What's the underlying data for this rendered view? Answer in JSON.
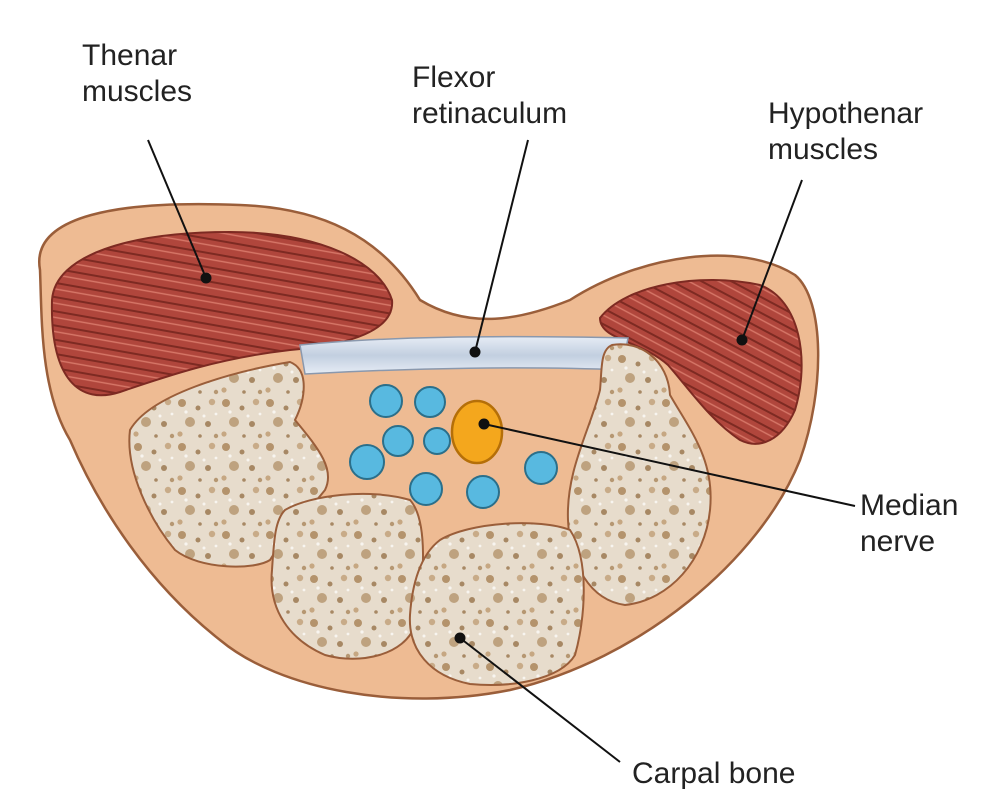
{
  "labels": {
    "thenar": [
      "Thenar",
      "muscles"
    ],
    "flexor": [
      "Flexor",
      "retinaculum"
    ],
    "hypothenar": [
      "Hypothenar",
      "muscles"
    ],
    "median": [
      "Median",
      "nerve"
    ],
    "carpal": [
      "Carpal bone"
    ]
  },
  "colors": {
    "tissue": "#eebb93",
    "tissue_outline": "#9a5e3a",
    "muscle": "#b0463c",
    "muscle_stripe": "#7d2a22",
    "ligament": "#c9d4e3",
    "bone": "#e7dccc",
    "bone_speckle": "#a27a4c",
    "tendon": "#58b9e0",
    "nerve": "#f4a71d",
    "leader": "#111111"
  }
}
